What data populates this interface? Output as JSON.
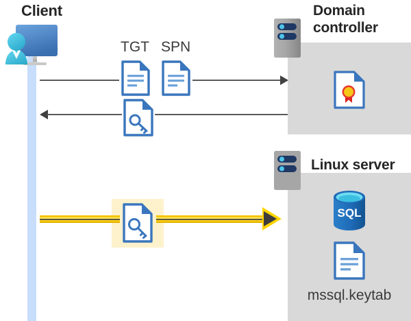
{
  "diagram": {
    "title_client": "Client",
    "title_domain_controller": "Domain\ncontroller",
    "title_domain_controller_line1": "Domain",
    "title_domain_controller_line2": "controller",
    "title_linux_server": "Linux server",
    "labels": {
      "tgt": "TGT",
      "spn": "SPN",
      "keytab_file": "mssql.keytab"
    },
    "icons": {
      "client_user": "user-monitor-icon",
      "server_domain_controller": "server-rack-icon",
      "server_linux": "server-rack-icon",
      "tgt_document": "document-icon",
      "spn_document": "document-icon",
      "ticket_key_response": "key-document-icon",
      "ticket_key_request": "key-document-icon",
      "certificate": "certificate-document-icon",
      "sql_database": "sql-database-icon",
      "keytab_document": "document-icon"
    },
    "flows": [
      {
        "name": "client-to-dc-request",
        "direction": "right",
        "label": "TGT SPN"
      },
      {
        "name": "dc-to-client-response",
        "direction": "left",
        "label": ""
      },
      {
        "name": "client-to-linux-server",
        "direction": "right",
        "label": "",
        "highlighted": true
      }
    ],
    "colors": {
      "panel_gray": "#d9d9d9",
      "lifeline_blue": "#c7ddfb",
      "highlight_yellow": "#fdf2cc",
      "arrow_yellow": "#ffd400",
      "doc_blue": "#3a76bd",
      "sql_blue": "#1f6bb8",
      "text_dark": "#262626"
    }
  }
}
